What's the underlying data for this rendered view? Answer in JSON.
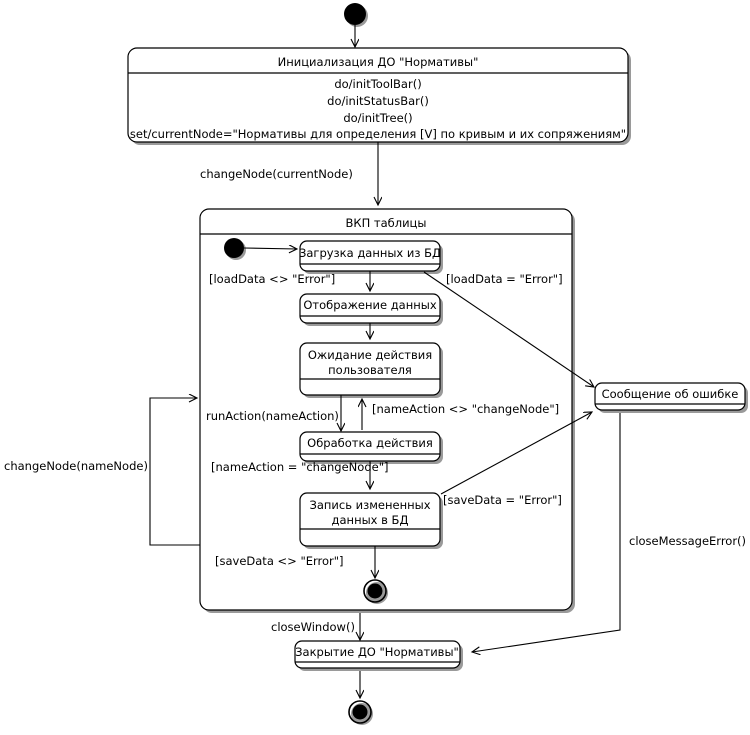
{
  "diagram": {
    "type": "uml-state-machine",
    "language": "ru",
    "colors": {
      "background": "#ffffff",
      "stroke": "#000000",
      "fill": "#ffffff",
      "shadow": "#9a9a9a"
    }
  },
  "states": {
    "init_state": {
      "title": "Инициализация ДО \"Нормативы\"",
      "actions": [
        "do/initToolBar()",
        "do/initStatusBar()",
        "do/initTree()",
        "set/currentNode=\"Нормативы для определения [V] по кривым и их сопряжениям\""
      ]
    },
    "composite": {
      "title": "ВКП таблицы"
    },
    "load_data": {
      "title": "Загрузка данных из БД"
    },
    "show_data": {
      "title": "Отображение данных"
    },
    "wait_user": {
      "line1": "Ожидание действия",
      "line2": "пользователя"
    },
    "process_action": {
      "title": "Обработка действия"
    },
    "save_data": {
      "line1": "Запись измененных",
      "line2": "данных в БД"
    },
    "error_message": {
      "title": "Сообщение об ошибке"
    },
    "close_state": {
      "title": "Закрытие ДО \"Нормативы\""
    }
  },
  "transitions": {
    "change_node_current": "changeNode(currentNode)",
    "load_ok": "[loadData <> \"Error\"]",
    "load_error": "[loadData = \"Error\"]",
    "run_action": "runAction(nameAction)",
    "name_action_ne": "[nameAction <> \"changeNode\"]",
    "name_action_eq": "[nameAction = \"changeNode\"]",
    "save_error": "[saveData = \"Error\"]",
    "save_ok": "[saveData <> \"Error\"]",
    "change_node_name": "changeNode(nameNode)",
    "close_window": "closeWindow()",
    "close_message_error": "closeMessageError()"
  },
  "nodes": {
    "start": "initial-node",
    "inner_final": "final-node",
    "final": "final-node"
  }
}
